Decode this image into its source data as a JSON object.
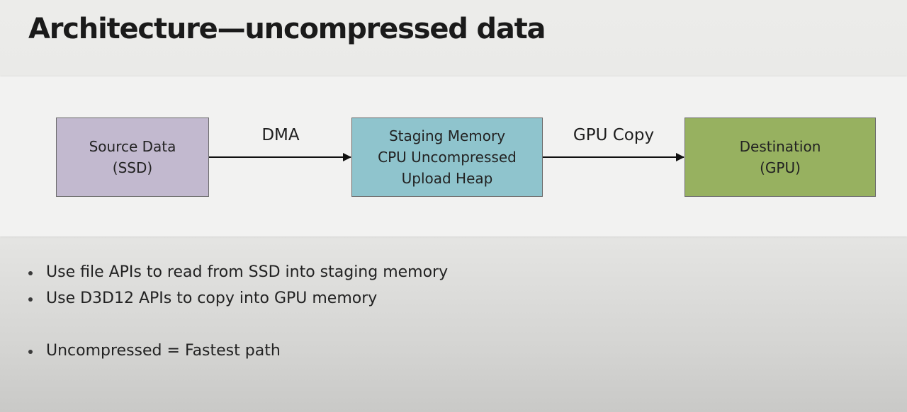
{
  "slide": {
    "title": "Architecture—uncompressed data"
  },
  "diagram": {
    "nodes": [
      {
        "id": "source",
        "lines": [
          "Source Data",
          "(SSD)"
        ],
        "color": "#c2b9cf"
      },
      {
        "id": "staging",
        "lines": [
          "Staging Memory",
          "CPU Uncompressed",
          "Upload Heap"
        ],
        "color": "#8fc4cd"
      },
      {
        "id": "destination",
        "lines": [
          "Destination",
          "(GPU)"
        ],
        "color": "#97b160"
      }
    ],
    "edges": [
      {
        "from": "source",
        "to": "staging",
        "label": "DMA"
      },
      {
        "from": "staging",
        "to": "destination",
        "label": "GPU Copy"
      }
    ],
    "border_color": "#6a6a6a",
    "arrow_color": "#111111"
  },
  "bullets": [
    "Use file APIs to read from SSD into staging memory",
    "Use D3D12 APIs to copy into GPU memory",
    "Uncompressed = Fastest path"
  ]
}
